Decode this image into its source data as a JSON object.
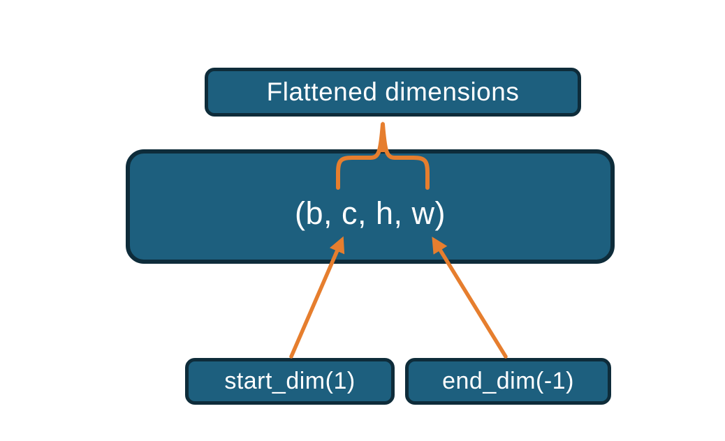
{
  "colors": {
    "background": "#ffffff",
    "box-fill": "#1d5f7e",
    "box-border": "#0e2c3a",
    "arrow": "#e67e2e",
    "text": "#ffffff"
  },
  "nodes": {
    "flattened": {
      "label": "Flattened dimensions"
    },
    "tensor": {
      "label": "(b, c, h, w)"
    },
    "start_dim": {
      "label": "start_dim(1)"
    },
    "end_dim": {
      "label": "end_dim(-1)"
    }
  }
}
